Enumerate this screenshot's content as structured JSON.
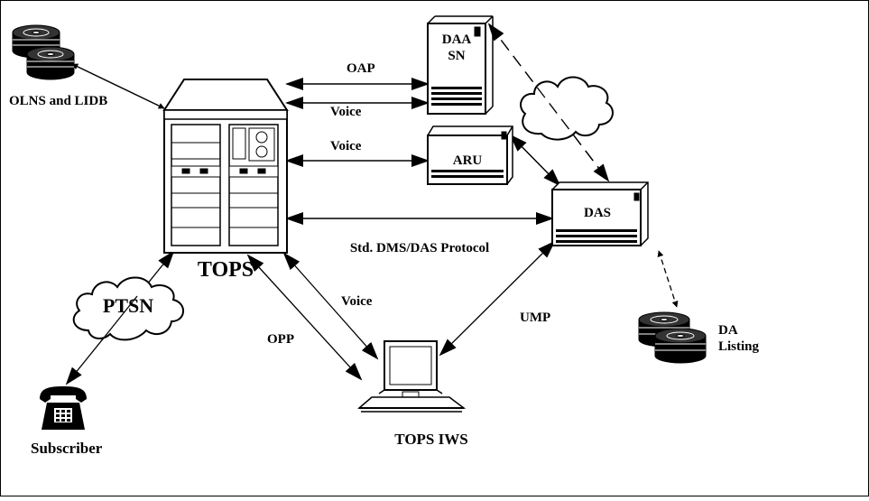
{
  "nodes": {
    "tops": "TOPS",
    "olns_lidb": "OLNS and LIDB",
    "daa_sn_line1": "DAA",
    "daa_sn_line2": "SN",
    "aru": "ARU",
    "das": "DAS",
    "ptsn": "PTSN",
    "subscriber": "Subscriber",
    "tops_iws": "TOPS IWS",
    "da_listing_line1": "DA",
    "da_listing_line2": "Listing"
  },
  "links": {
    "oap": "OAP",
    "voice_daa": "Voice",
    "voice_aru": "Voice",
    "protocol": "Std. DMS/DAS Protocol",
    "voice_iws": "Voice",
    "opp": "OPP",
    "ump": "UMP"
  }
}
